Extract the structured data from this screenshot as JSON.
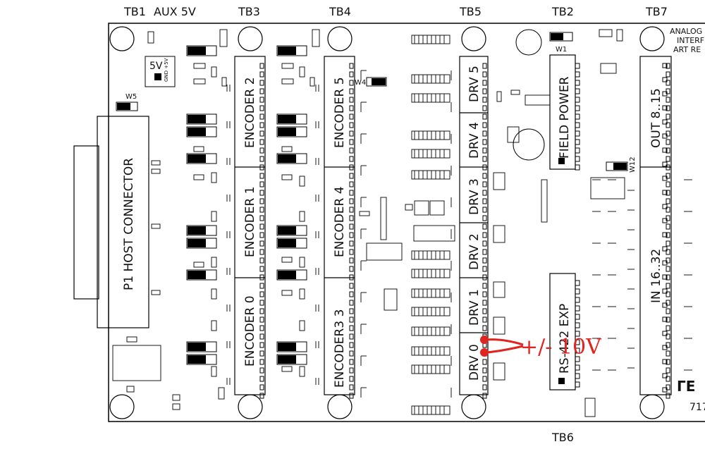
{
  "headers": {
    "tb1": "TB1",
    "aux5v": "AUX 5V",
    "tb3": "TB3",
    "tb4": "TB4",
    "tb5": "TB5",
    "tb2": "TB2",
    "tb7": "TB7",
    "tb6": "TB6"
  },
  "connectors": {
    "host": "P1 HOST CONNECTOR",
    "enc2": "ENCODER 2",
    "enc1": "ENCODER 1",
    "enc0": "ENCODER 0",
    "enc5": "ENCODER 5",
    "enc4": "ENCODER 4",
    "enc3": "ENCODER3 3",
    "drv5": "DRV 5",
    "drv4": "DRV 4",
    "drv3": "DRV 3",
    "drv2": "DRV 2",
    "drv1": "DRV 1",
    "drv0": "DRV 0",
    "fieldpower": "FIELD POWER",
    "rs422": "RS-422 EXP",
    "out815": "OUT 8..15",
    "in1632": "IN 16..32"
  },
  "board": {
    "aux5v_box": "5V",
    "gnd5v": "GND +5V",
    "analog1": "ANALOG",
    "analog2": "INTERF",
    "analog3": "ART RE",
    "logo": "ΓЕ",
    "part": "717",
    "w1": "W1",
    "w4": "W4",
    "w5": "W5",
    "w12": "W12"
  },
  "annotation": {
    "text": "+/- 10V",
    "color": "#e0241f"
  }
}
